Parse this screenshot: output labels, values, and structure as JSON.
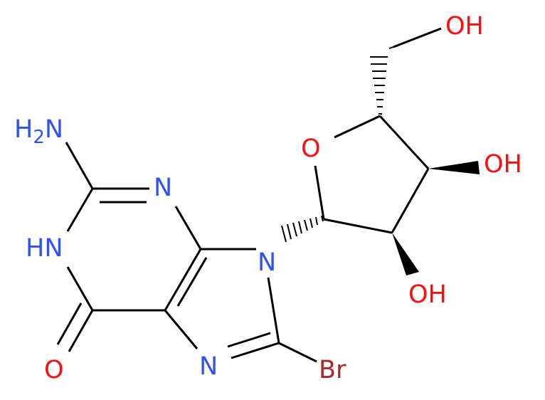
{
  "colors": {
    "bond": "#000000",
    "oxygen": "#ff0d0d",
    "nitrogen": "#3050f8",
    "bromine": "#a62929"
  },
  "labels": {
    "amine": {
      "main": "H",
      "sub": "2",
      "tail": "N"
    },
    "nh": "HN",
    "n3": "N",
    "n9": "N",
    "n7": "N",
    "carbonyl_o": "O",
    "br": "Br",
    "ring_o": "O",
    "oh_5": "OH",
    "oh_3": "OH",
    "oh_2": "OH"
  }
}
